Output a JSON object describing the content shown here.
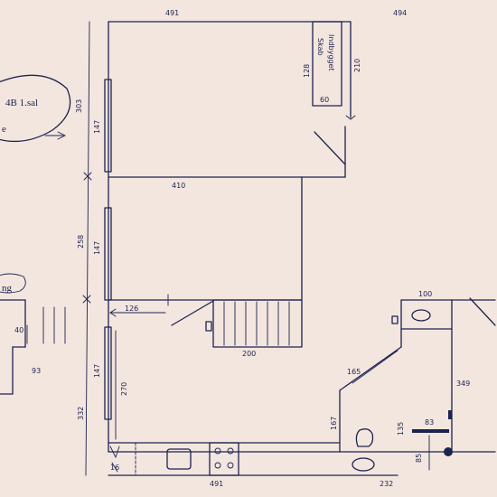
{
  "dimensions": {
    "top_left": "491",
    "top_right": "494",
    "mid_wall": "410",
    "left_upper": "303",
    "left_mid": "258",
    "left_lower": "332",
    "win_1": "147",
    "win_2": "147",
    "win_3": "147",
    "cabinet_depth": "210",
    "cabinet_w": "60",
    "cabinet_h": "128",
    "side_126": "126",
    "stair": "200",
    "corr_270": "270",
    "bath_top": "100",
    "bath_165": "165",
    "bath_167": "167",
    "bath_right": "349",
    "bath_bottom": "232",
    "bottom_kitchen": "491",
    "d_83": "83",
    "d_135": "135",
    "d_85": "85",
    "small_40": "40",
    "small_93": "93",
    "small_16": "16"
  },
  "labels": {
    "cabinet_line1": "Indbygget",
    "cabinet_line2": "Skab",
    "note_room": "4B 1.sal",
    "note_partial": "e",
    "left_tag": "ng"
  }
}
